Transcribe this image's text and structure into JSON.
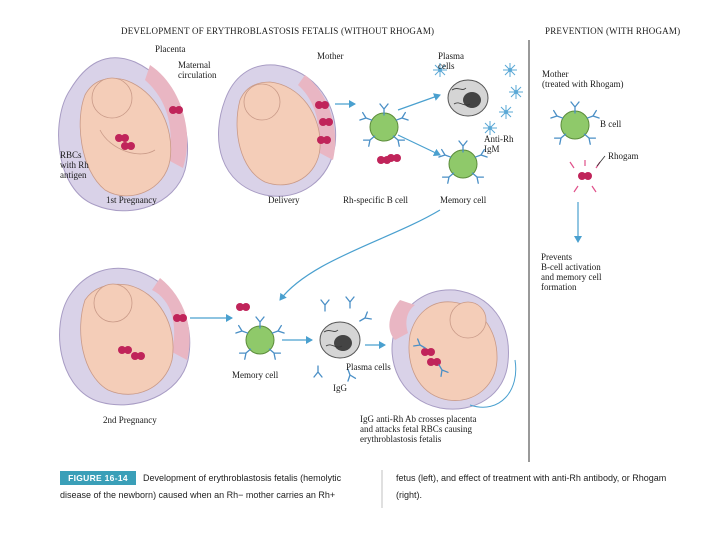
{
  "headers": {
    "left": "DEVELOPMENT OF ERYTHROBLASTOSIS FETALIS (WITHOUT RHOGAM)",
    "right": "PREVENTION (WITH RHOGAM)"
  },
  "labels": {
    "placenta": "Placenta",
    "maternal_circulation": "Maternal\ncirculation",
    "rbcs": "RBCs\nwith Rh\nantigen",
    "first_pregnancy": "1st Pregnancy",
    "mother": "Mother",
    "delivery": "Delivery",
    "plasma_cells_top": "Plasma\ncells",
    "anti_rh_igm": "Anti-Rh\nIgM",
    "rh_specific_b_cell": "Rh-specific B cell",
    "memory_cell_top": "Memory cell",
    "mother_treated": "Mother\n(treated with Rhogam)",
    "b_cell": "B cell",
    "rhogam": "Rhogam",
    "prevents": "Prevents\nB-cell activation\nand memory cell\nformation",
    "memory_cell_bottom": "Memory cell",
    "plasma_cells_bottom": "Plasma cells",
    "igg": "IgG",
    "second_pregnancy": "2nd Pregnancy",
    "igg_crosses": "IgG anti-Rh Ab crosses placenta\nand attacks fetal RBCs causing\nerythroblastosis fetalis"
  },
  "caption": {
    "badge": "FIGURE 16-14",
    "line1a": "Development of erythroblastosis fetalis (hemolytic",
    "line1b": "fetus (left), and effect of treatment with anti-Rh antibody, or Rhogam",
    "line2a": "disease of the newborn) caused when an Rh− mother carries an Rh+",
    "line2b": "(right)."
  },
  "colors": {
    "skin": "#f4cdb8",
    "uterus": "#d9d2e8",
    "placenta": "#e9b6c3",
    "rbc": "#c0245a",
    "cell": "#8fc96a",
    "antibody": "#4a8fc6",
    "arrow": "#4aa0cf",
    "badge": "#3a9fb8"
  }
}
